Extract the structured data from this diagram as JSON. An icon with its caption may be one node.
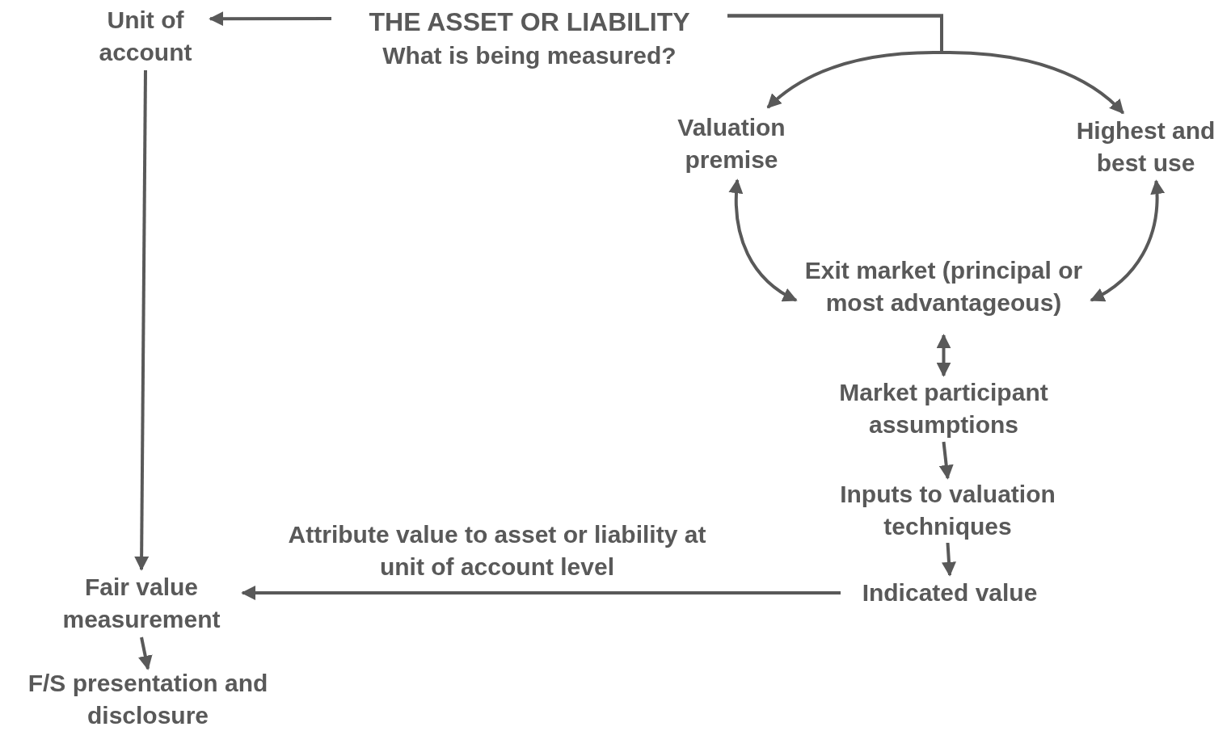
{
  "diagram": {
    "nodes": [
      {
        "text": [
          "Unit of account"
        ]
      },
      {
        "text": [
          "THE ASSET OR LIABILITY",
          "What is being measured?"
        ]
      },
      {
        "text": [
          "Valuation premise"
        ]
      },
      {
        "text": [
          "Highest and best use"
        ]
      },
      {
        "text": [
          "Exit market (principal or most advantageous)"
        ]
      },
      {
        "text": [
          "Market participant assumptions"
        ]
      },
      {
        "text": [
          "Inputs to valuation techniques"
        ]
      },
      {
        "text": [
          "Indicated value"
        ]
      },
      {
        "text": [
          "Fair value measurement"
        ]
      },
      {
        "text": [
          "F/S presentation and disclosure"
        ]
      }
    ],
    "edges": [
      {
        "from": 1,
        "to": 0,
        "arrow": "to"
      },
      {
        "from": 1,
        "to": 2,
        "arrow": "to"
      },
      {
        "from": 1,
        "to": 3,
        "arrow": "to"
      },
      {
        "from": 2,
        "to": 4,
        "arrow": "both"
      },
      {
        "from": 3,
        "to": 4,
        "arrow": "both"
      },
      {
        "from": 4,
        "to": 5,
        "arrow": "both"
      },
      {
        "from": 5,
        "to": 6,
        "arrow": "to"
      },
      {
        "from": 6,
        "to": 7,
        "arrow": "to"
      },
      {
        "from": 7,
        "to": 8,
        "arrow": "to",
        "label": "Attribute value to asset or liability at unit of account level"
      },
      {
        "from": 0,
        "to": 8,
        "arrow": "to"
      },
      {
        "from": 8,
        "to": 9,
        "arrow": "to"
      }
    ]
  }
}
